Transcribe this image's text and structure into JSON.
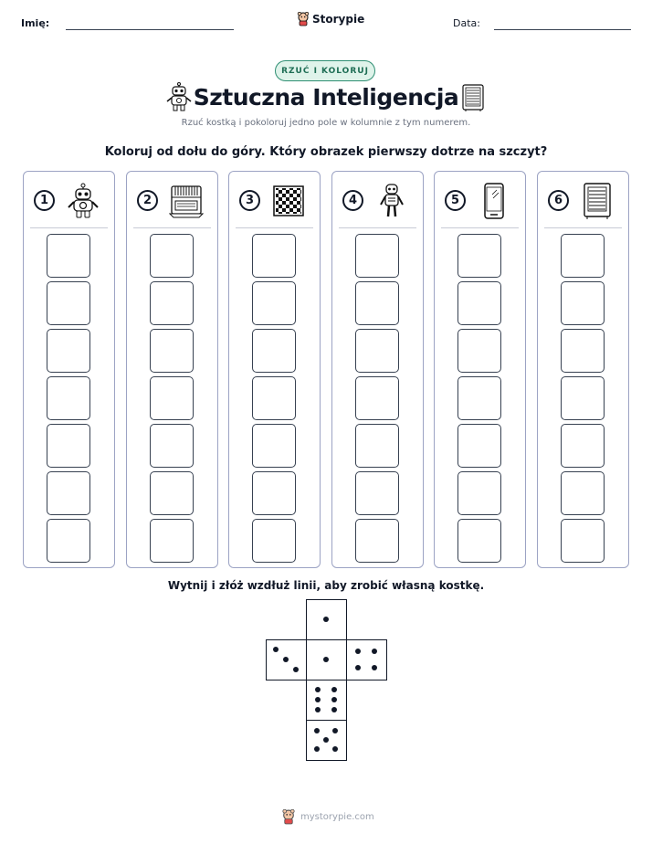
{
  "header": {
    "name_label": "Imię:",
    "date_label": "Data:",
    "brand": "Storypie"
  },
  "badge": "RZUĆ I KOLORUJ",
  "title": "Sztuczna Inteligencja",
  "subtitle": "Rzuć kostką i pokoloruj jedno pole w kolumnie z tym numerem.",
  "question": "Koloruj od dołu do góry. Który obrazek pierwszy dotrze na szczyt?",
  "columns": [
    {
      "number": "1",
      "icon": "robot-icon"
    },
    {
      "number": "2",
      "icon": "computer-icon"
    },
    {
      "number": "3",
      "icon": "checkerboard-icon"
    },
    {
      "number": "4",
      "icon": "android-robot-icon"
    },
    {
      "number": "5",
      "icon": "smartphone-icon"
    },
    {
      "number": "6",
      "icon": "server-icon"
    }
  ],
  "cells_per_column": 7,
  "cut_instruction": "Wytnij i złóż wzdłuż linii, aby zrobić własną kostkę.",
  "dice_faces": [
    1,
    3,
    4,
    6,
    5
  ],
  "footer": "mystorypie.com",
  "colors": {
    "badge_border": "#2f8f73",
    "badge_bg": "#dff3ea",
    "column_border": "#9ca3c4"
  }
}
